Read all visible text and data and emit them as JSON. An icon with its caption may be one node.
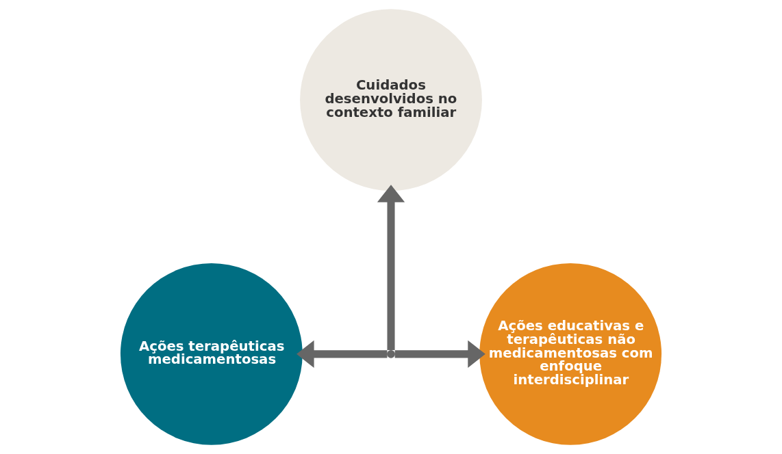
{
  "diagram": {
    "nodes": [
      {
        "text": [
          "Cuidados desenvolvidos no contexto familiar"
        ]
      },
      {
        "text": [
          "Ações terapêuticas medicamentosas"
        ]
      },
      {
        "text": [
          "Ações educativas e terapêuticas não medicamentosas com enfoque interdisciplinar"
        ]
      },
      {
        "text": [],
        "shape": "point"
      }
    ],
    "edges": [
      {
        "from": 3,
        "to": 0,
        "arrow": "to"
      },
      {
        "from": 3,
        "to": 1,
        "arrow": "to"
      },
      {
        "from": 3,
        "to": 2,
        "arrow": "to"
      }
    ]
  }
}
